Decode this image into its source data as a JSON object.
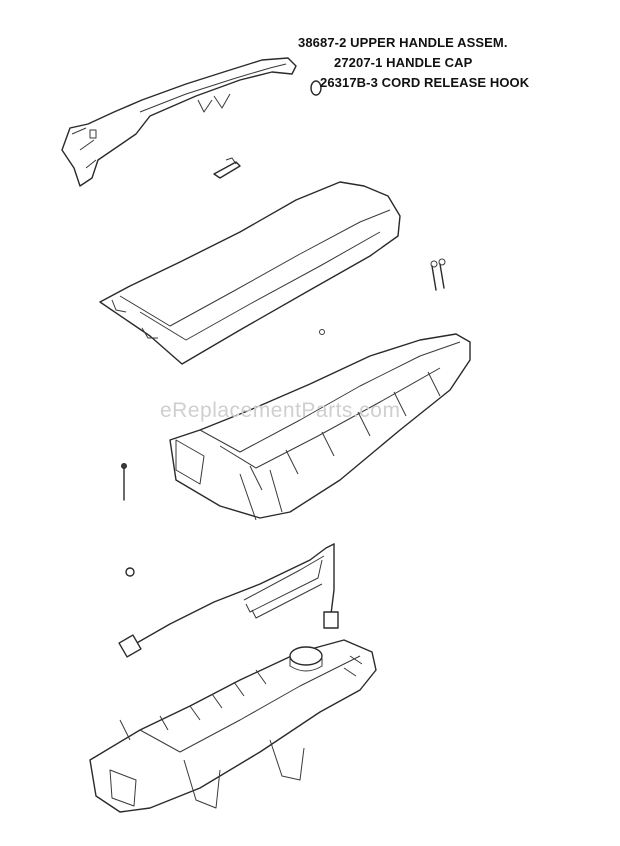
{
  "part_labels": [
    {
      "number": "38687-2",
      "name": "UPPER HANDLE ASSEM."
    },
    {
      "number": "27207-1",
      "name": "HANDLE CAP"
    },
    {
      "number": "26317B-3",
      "name": "CORD RELEASE HOOK"
    }
  ],
  "watermark": "eReplacementParts.com"
}
